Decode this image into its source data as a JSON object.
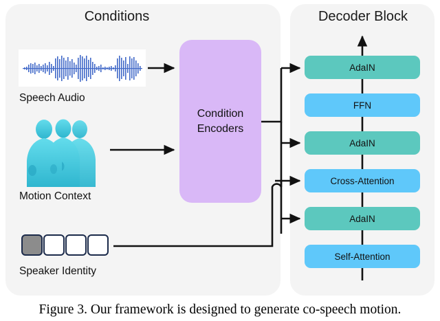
{
  "figure": {
    "caption": "Figure 3.  Our framework is designed to generate co-speech motion."
  },
  "conditions_panel": {
    "title": "Conditions",
    "inputs": [
      {
        "label": "Speech Audio",
        "icon": "audio-waveform-icon"
      },
      {
        "label": "Motion Context",
        "icon": "body-mesh-icon"
      },
      {
        "label": "Speaker Identity",
        "icon": "one-hot-vector-icon"
      }
    ],
    "identity_cells": [
      {
        "filled": true
      },
      {
        "filled": false
      },
      {
        "filled": false
      },
      {
        "filled": false
      }
    ],
    "encoder": {
      "line1": "Condition",
      "line2": "Encoders"
    }
  },
  "decoder_panel": {
    "title": "Decoder Block",
    "blocks": [
      {
        "label": "AdaIN",
        "type": "adain"
      },
      {
        "label": "FFN",
        "type": "blue"
      },
      {
        "label": "AdaIN",
        "type": "adain"
      },
      {
        "label": "Cross-Attention",
        "type": "blue"
      },
      {
        "label": "AdaIN",
        "type": "adain"
      },
      {
        "label": "Self-Attention",
        "type": "blue"
      }
    ]
  },
  "colors": {
    "panel_background": "#f4f4f4",
    "adain_block": "#5cc8be",
    "attention_block": "#5fc8fa",
    "encoder_block": "#d9b8f7",
    "waveform": "#4169c8",
    "mesh_figure": "#4ecde0",
    "identity_filled": "#8c8c8c",
    "identity_border": "#1b2a4a",
    "wire": "#111111"
  }
}
